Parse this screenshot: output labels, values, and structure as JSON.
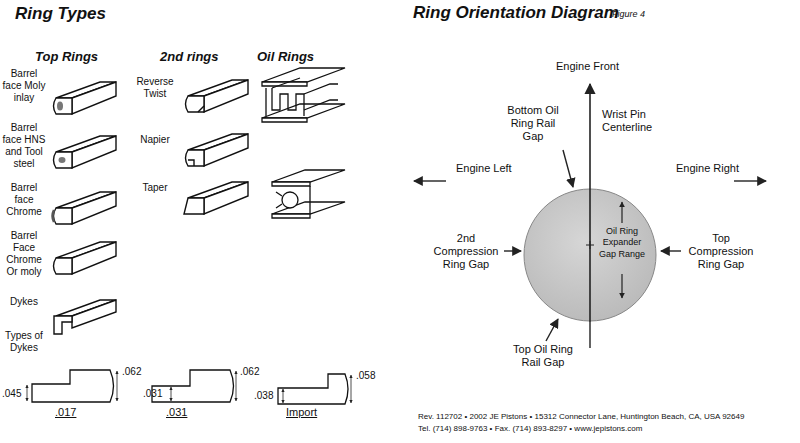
{
  "diagram": {
    "nodes": [
      {
        "text": [
          "Oil Ring Expander Gap Range"
        ]
      }
    ],
    "labels": [
      "Ring Types",
      "Top Rings",
      "2nd rings",
      "Oil Rings",
      "Barrel face Moly inlay",
      "Barrel face HNS and Tool steel",
      "Barrel face Chrome",
      "Barrel Face Chrome Or moly",
      "Dykes",
      "Types of Dykes",
      "Reverse Twist",
      "Napier",
      "Taper",
      ".062",
      ".045",
      ".017",
      ".062",
      ".031",
      ".031",
      ".058",
      ".038",
      "Import",
      "Ring Orientation Diagram",
      "Figure 4",
      "Engine Front",
      "Wrist Pin Centerline",
      "Bottom Oil Ring Rail Gap",
      "Engine Left",
      "Engine Right",
      "2nd Compression Ring Gap",
      "Top Compression Ring Gap",
      "Top Oil Ring Rail Gap",
      "Rev. 112702 • 2002 JE Pistons • 15312 Connector Lane, Huntington Beach, CA, USA 92649",
      "Tel. (714) 898-9763 • Fax. (714) 893-8297 • www.jepistons.com"
    ]
  }
}
